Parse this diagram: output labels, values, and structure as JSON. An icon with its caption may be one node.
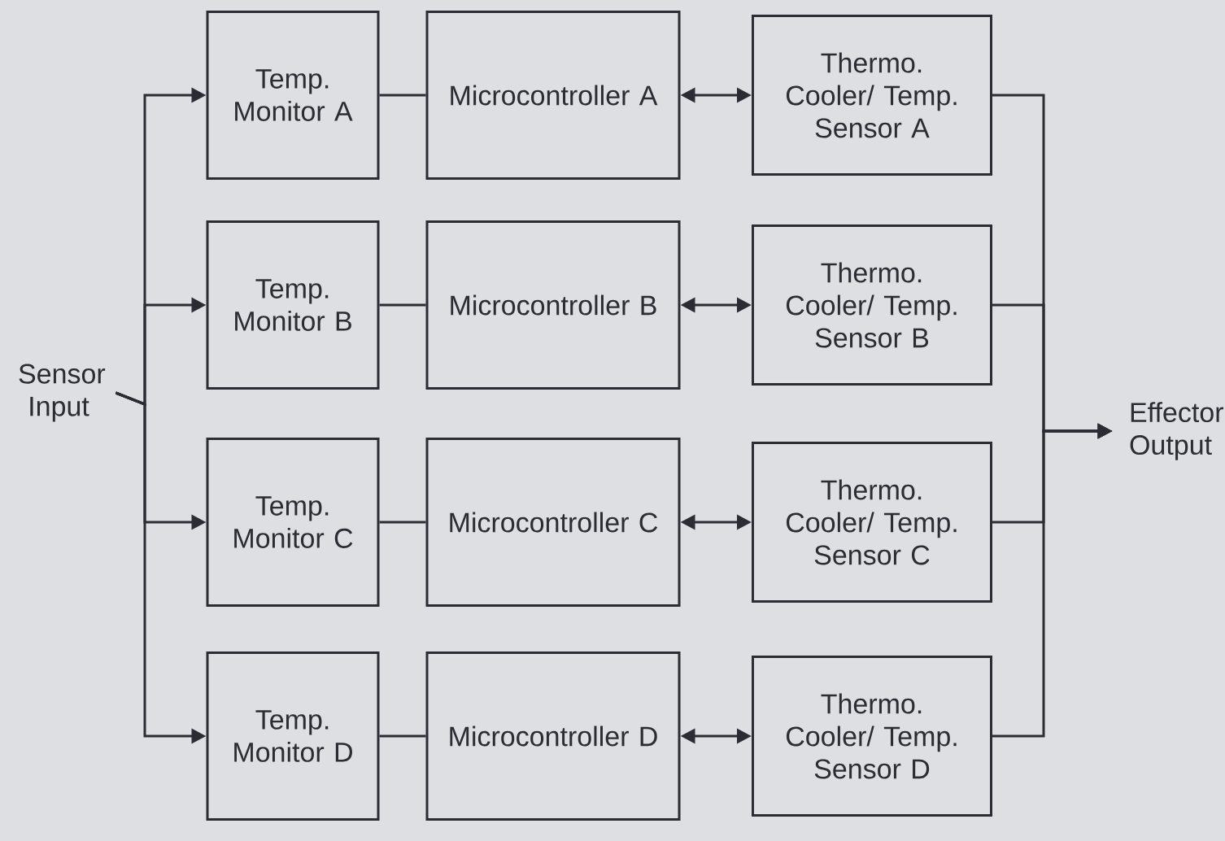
{
  "diagram": {
    "nodes": [
      {
        "text": [
          "Sensor Input"
        ]
      },
      {
        "text": [
          "Temp. Monitor A"
        ]
      },
      {
        "text": [
          "Temp. Monitor B"
        ]
      },
      {
        "text": [
          "Temp. Monitor C"
        ]
      },
      {
        "text": [
          "Temp. Monitor D"
        ]
      },
      {
        "text": [
          "Microcontroller A"
        ]
      },
      {
        "text": [
          "Microcontroller B"
        ]
      },
      {
        "text": [
          "Microcontroller C"
        ]
      },
      {
        "text": [
          "Microcontroller D"
        ]
      },
      {
        "text": [
          "Thermo. Cooler/ Temp. Sensor A"
        ]
      },
      {
        "text": [
          "Thermo. Cooler/ Temp. Sensor B"
        ]
      },
      {
        "text": [
          "Thermo. Cooler/ Temp. Sensor C"
        ]
      },
      {
        "text": [
          "Thermo. Cooler/ Temp. Sensor D"
        ]
      },
      {
        "text": [
          "Effector Output"
        ]
      }
    ],
    "edges": [
      {
        "from": 0,
        "to": 1,
        "arrow": "to"
      },
      {
        "from": 0,
        "to": 2,
        "arrow": "to"
      },
      {
        "from": 0,
        "to": 3,
        "arrow": "to"
      },
      {
        "from": 0,
        "to": 4,
        "arrow": "to"
      },
      {
        "from": 1,
        "to": 5,
        "arrow": "none"
      },
      {
        "from": 2,
        "to": 6,
        "arrow": "none"
      },
      {
        "from": 3,
        "to": 7,
        "arrow": "none"
      },
      {
        "from": 4,
        "to": 8,
        "arrow": "none"
      },
      {
        "from": 5,
        "to": 9,
        "arrow": "both"
      },
      {
        "from": 6,
        "to": 10,
        "arrow": "both"
      },
      {
        "from": 7,
        "to": 11,
        "arrow": "both"
      },
      {
        "from": 8,
        "to": 12,
        "arrow": "both"
      },
      {
        "from": 9,
        "to": 13,
        "arrow": "to"
      },
      {
        "from": 10,
        "to": 13,
        "arrow": "to"
      },
      {
        "from": 11,
        "to": 13,
        "arrow": "to"
      },
      {
        "from": 12,
        "to": 13,
        "arrow": "to"
      }
    ]
  }
}
